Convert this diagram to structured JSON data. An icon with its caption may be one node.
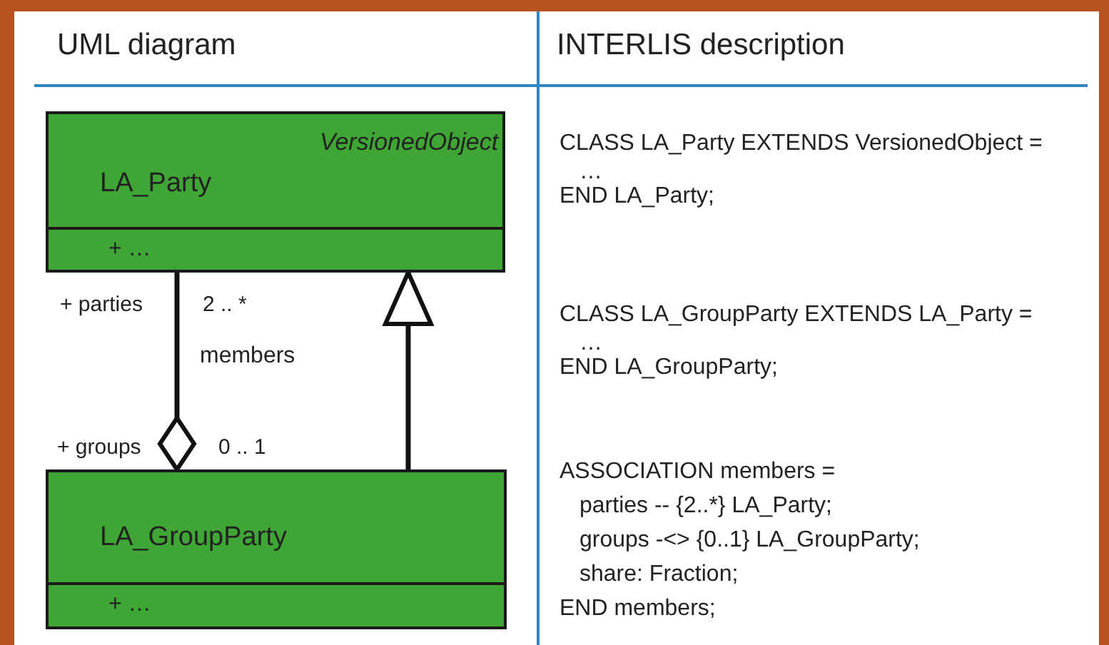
{
  "diagram": {
    "nodes": [
      {
        "text": [
          "VersionedObject",
          "LA_Party",
          "+ …"
        ]
      },
      {
        "text": [
          "LA_GroupParty",
          "+ …"
        ]
      }
    ],
    "edges": [
      {
        "from": 1,
        "to": 0,
        "arrow": "other",
        "label": "members"
      },
      {
        "from": 1,
        "to": 0,
        "arrow": "to"
      }
    ],
    "labels": [
      "UML diagram",
      "INTERLIS description",
      "+ parties",
      "2 .. *",
      "+ groups",
      "0 .. 1",
      "CLASS LA_Party EXTENDS VersionedObject =",
      "…",
      "END LA_Party;",
      "CLASS LA_GroupParty EXTENDS LA_Party =",
      "…",
      "END LA_GroupParty;",
      "ASSOCIATION members =",
      "parties -- {2..*} LA_Party;",
      "groups -<> {0..1} LA_GroupParty;",
      "share: Fraction;",
      "END members;"
    ]
  }
}
